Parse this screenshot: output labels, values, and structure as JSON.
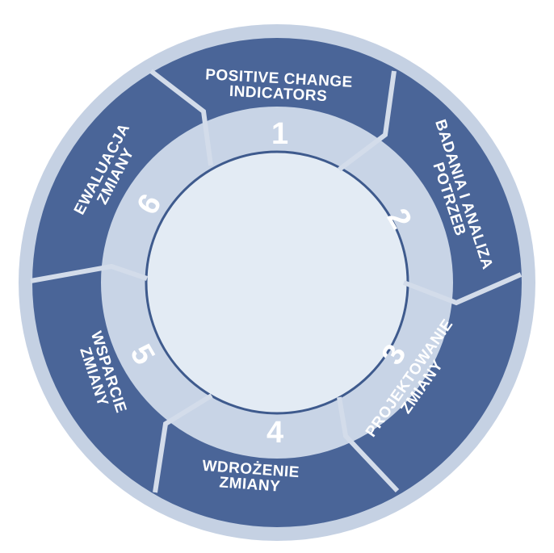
{
  "colors": {
    "outer_ring": "#c5d1e3",
    "dark_ring": "#4a6598",
    "mid_ring": "#c8d4e6",
    "center": "#e3ebf4",
    "center_stroke": "#3e5a8d",
    "divider": "#d3dcea"
  },
  "segments": [
    {
      "number": "1",
      "label": "POSITIVE CHANGE\nINDICATORS"
    },
    {
      "number": "2",
      "label": "BADANIA I ANALIZA\nPOTRZEB"
    },
    {
      "number": "3",
      "label": "PROJEKTOWANIE\nZMIANY"
    },
    {
      "number": "4",
      "label": "WDROŻENIE\nZMIANY"
    },
    {
      "number": "5",
      "label": "WSPARCIE\nZMIANY"
    },
    {
      "number": "6",
      "label": "EWALUACJA\nZMIANY"
    }
  ]
}
